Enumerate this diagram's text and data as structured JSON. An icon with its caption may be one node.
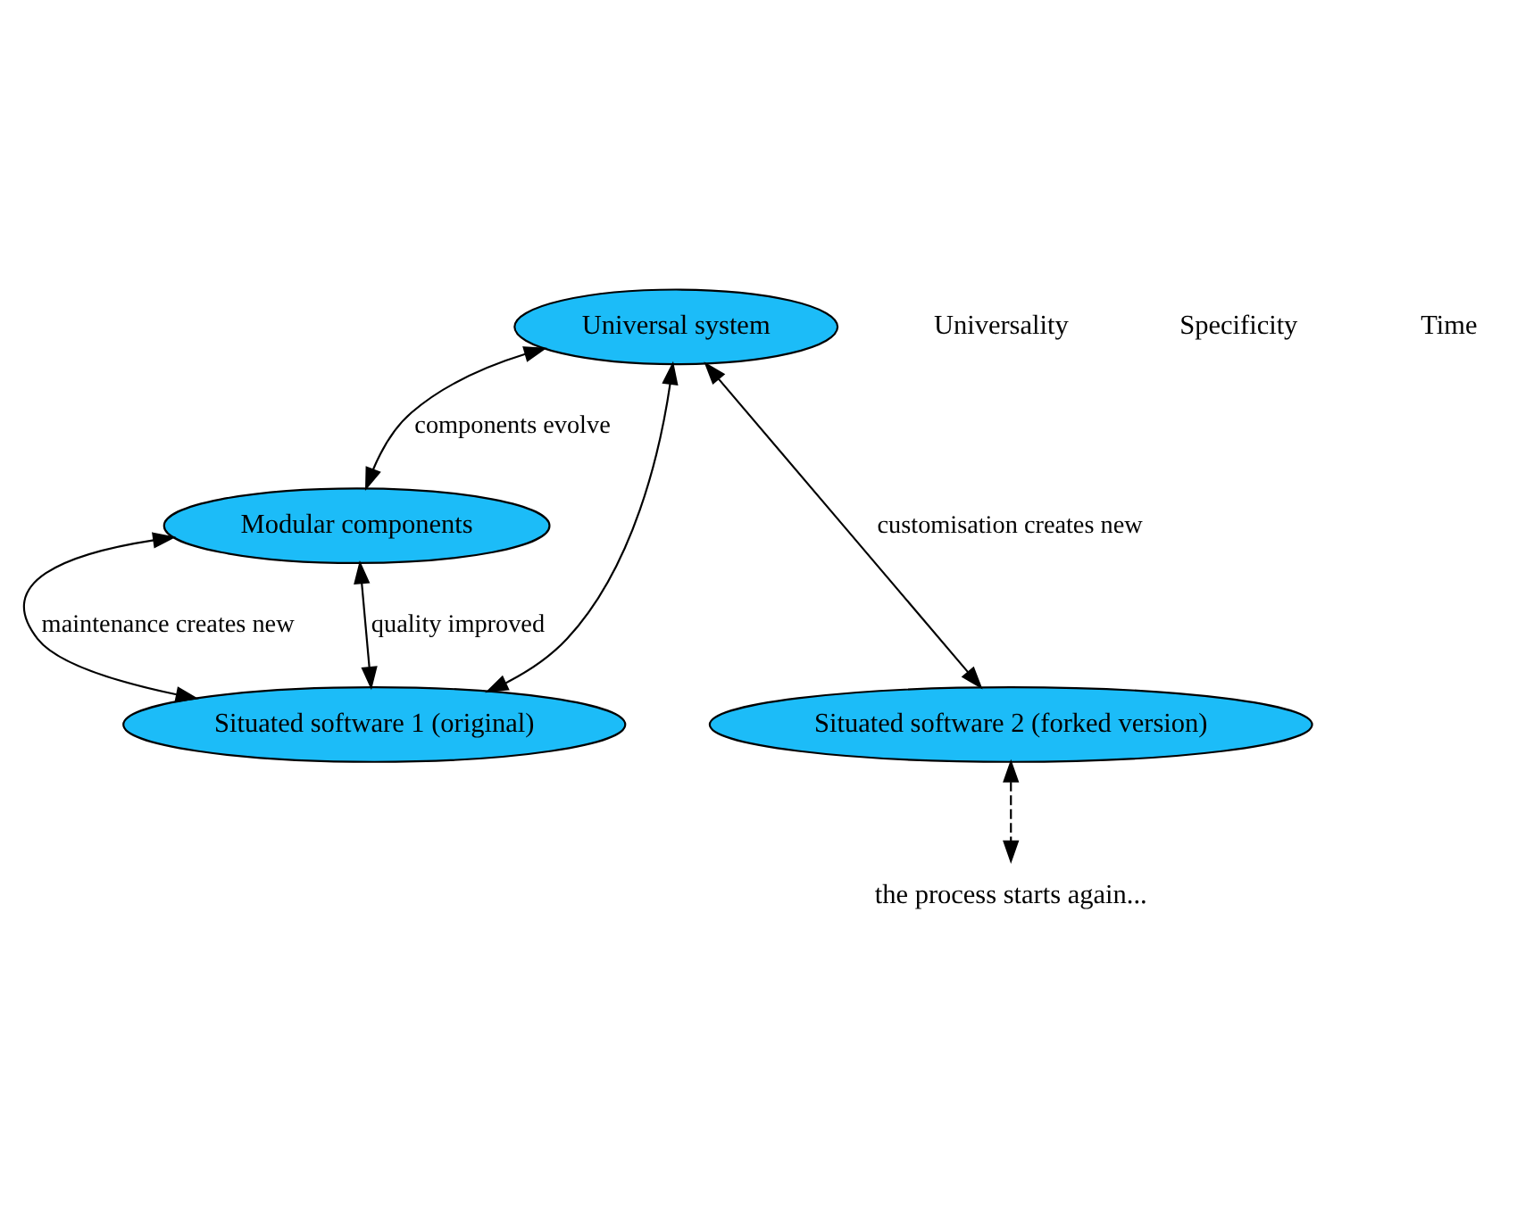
{
  "diagram": {
    "nodes": [
      {
        "text": [
          "Universal system"
        ]
      },
      {
        "text": [
          "Modular components"
        ]
      },
      {
        "text": [
          "Situated software 1 (original)"
        ]
      },
      {
        "text": [
          "Situated software 2 (forked version)"
        ]
      },
      {
        "text": [
          "the process starts again..."
        ]
      }
    ],
    "edges": [
      {
        "from": 0,
        "to": 1,
        "arrow": "both",
        "label": "components evolve"
      },
      {
        "from": 1,
        "to": 2,
        "arrow": "both",
        "label": "maintenance creates new"
      },
      {
        "from": 1,
        "to": 2,
        "arrow": "both",
        "label": "quality improved"
      },
      {
        "from": 0,
        "to": 2,
        "arrow": "both"
      },
      {
        "from": 0,
        "to": 3,
        "arrow": "both",
        "label": "customisation creates new"
      },
      {
        "from": 3,
        "to": 4,
        "arrow": "both",
        "style": "dashed"
      }
    ],
    "labels": [
      "Universality",
      "Specificity",
      "Time"
    ]
  }
}
